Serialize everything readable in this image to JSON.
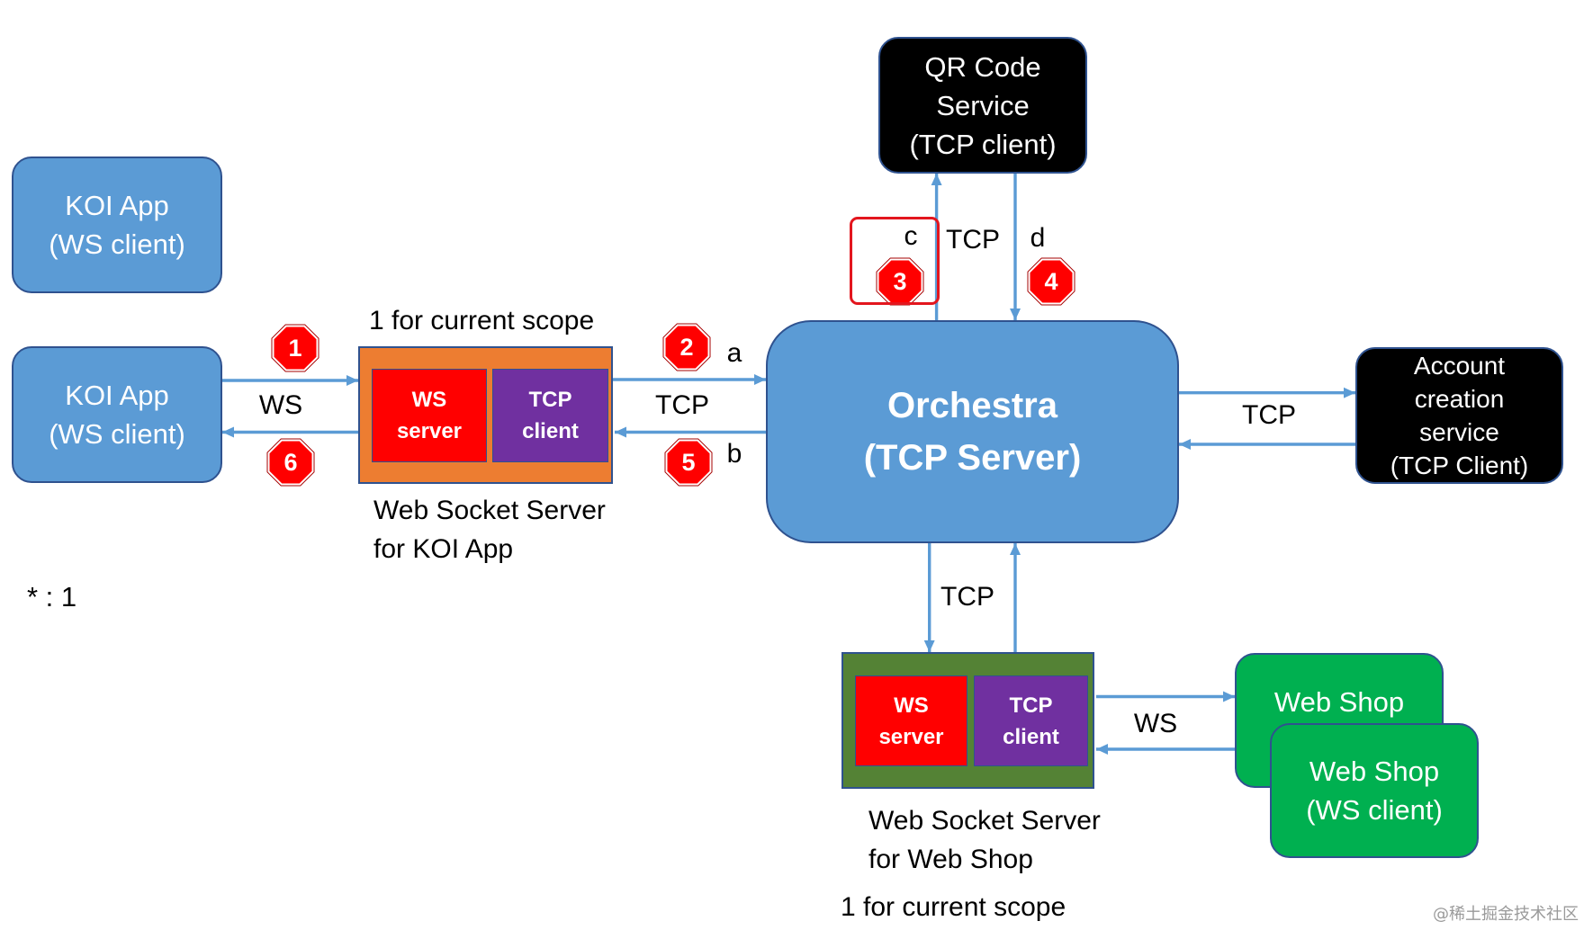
{
  "colors": {
    "arrow": "#5B9BD5",
    "outline": "#2F528F",
    "koi_app_fill": "#5B9BD5",
    "orchestra_fill": "#5B9BD5",
    "koi_server_fill": "#ED7D31",
    "shop_server_fill": "#548235",
    "ws_server_fill": "#FF0000",
    "tcp_client_fill": "#7030A0",
    "service_fill": "#000000",
    "web_shop_fill": "#00B050",
    "badge_fill": "#FF0000",
    "highlight": "#E3161E"
  },
  "koi_apps": [
    {
      "title": "KOI App",
      "subtitle": "(WS client)"
    },
    {
      "title": "KOI App",
      "subtitle": "(WS client)"
    }
  ],
  "koi_socket_server": {
    "scope_note": "1 for current scope",
    "ws_server": [
      "WS",
      "server"
    ],
    "tcp_client": [
      "TCP",
      "client"
    ],
    "caption": [
      "Web Socket Server",
      "for KOI App"
    ]
  },
  "multiplicity_note": "* : 1",
  "orchestra": {
    "title": "Orchestra",
    "subtitle": "(TCP Server)"
  },
  "qr_code_service": {
    "lines": [
      "QR Code",
      "Service",
      "(TCP client)"
    ]
  },
  "account_creation_service": {
    "lines": [
      "Account",
      "creation",
      "service",
      "(TCP Client)"
    ]
  },
  "shop_socket_server": {
    "ws_server": [
      "WS",
      "server"
    ],
    "tcp_client": [
      "TCP",
      "client"
    ],
    "caption": [
      "Web Socket Server",
      "for Web Shop"
    ],
    "scope_note": "1 for current scope"
  },
  "web_shops": [
    {
      "title": "Web Shop"
    },
    {
      "title": "Web Shop",
      "subtitle": "(WS client)"
    }
  ],
  "connection_labels": {
    "koi_app_link": "WS",
    "koi_server_orchestra_link": "TCP",
    "qr_code_service_link": "TCP",
    "account_service_link": "TCP",
    "shop_server_orchestra_link": "TCP",
    "web_shop_link": "WS"
  },
  "flow_labels": [
    "a",
    "b",
    "c",
    "d"
  ],
  "steps": [
    "1",
    "2",
    "3",
    "4",
    "5",
    "6"
  ],
  "watermark": "@稀土掘金技术社区"
}
